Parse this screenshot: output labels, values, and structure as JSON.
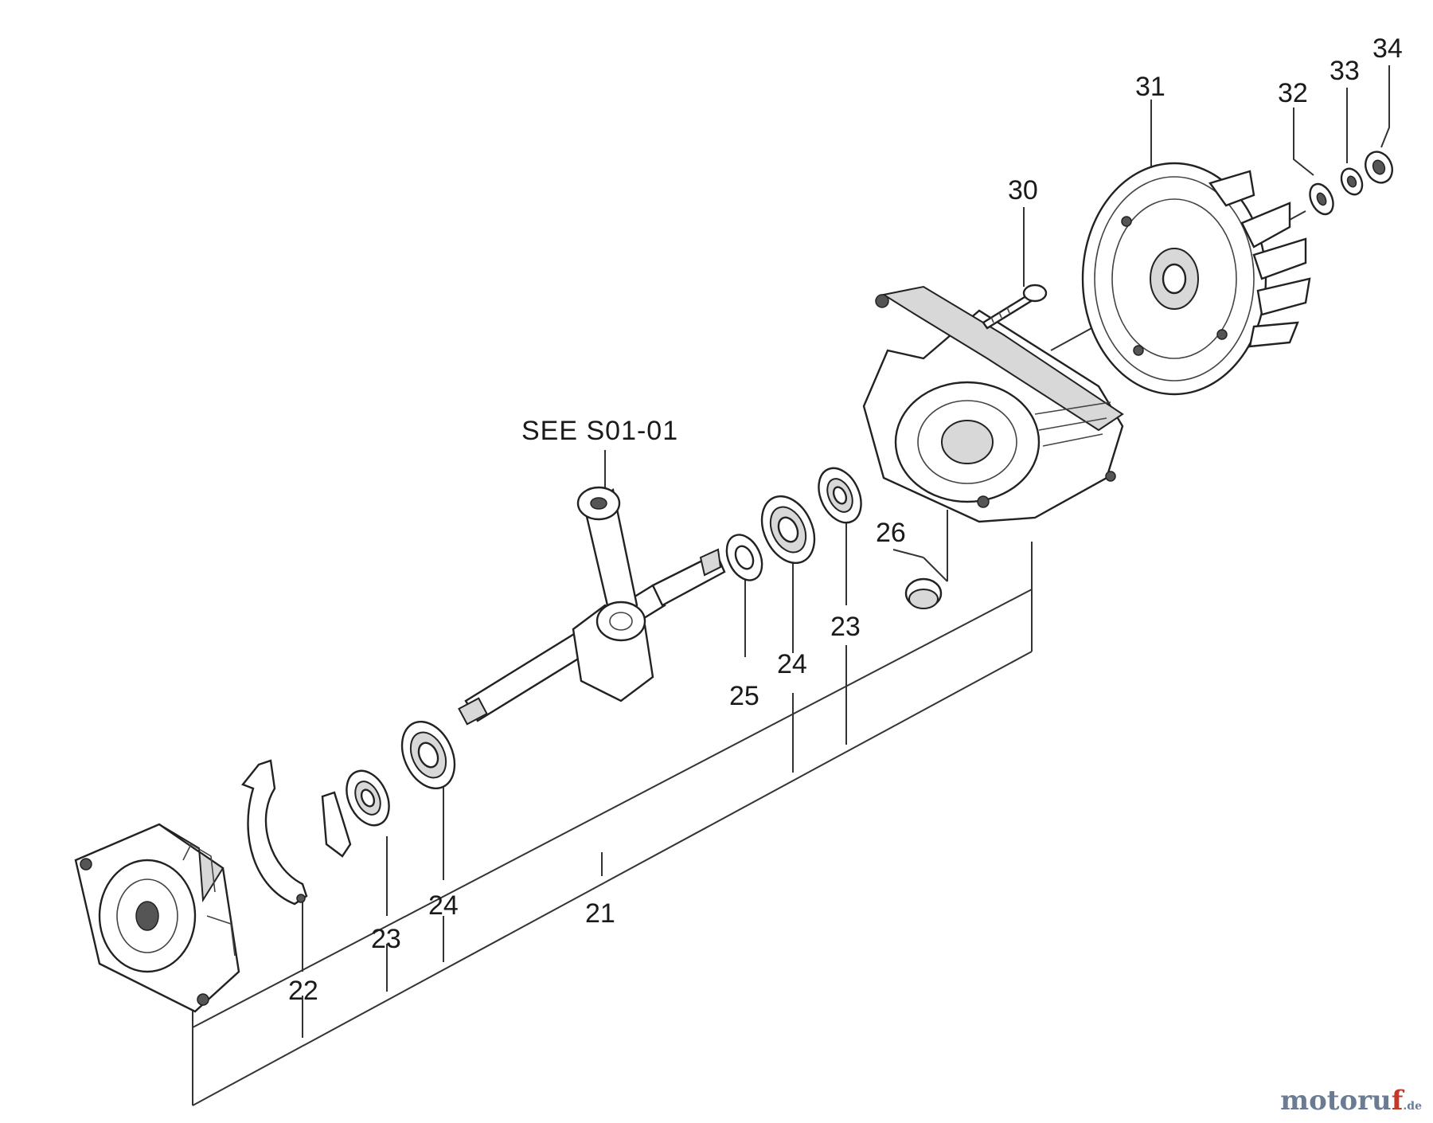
{
  "diagram": {
    "reference": "SEE S01-01",
    "callouts": {
      "c21": "21",
      "c22": "22",
      "c23a": "23",
      "c23b": "23",
      "c24a": "24",
      "c24b": "24",
      "c25": "25",
      "c26": "26",
      "c30": "30",
      "c31": "31",
      "c32": "32",
      "c33": "33",
      "c34": "34"
    }
  },
  "watermark": {
    "text_main": "motoru",
    "text_f": "f",
    "tld": ".de"
  }
}
